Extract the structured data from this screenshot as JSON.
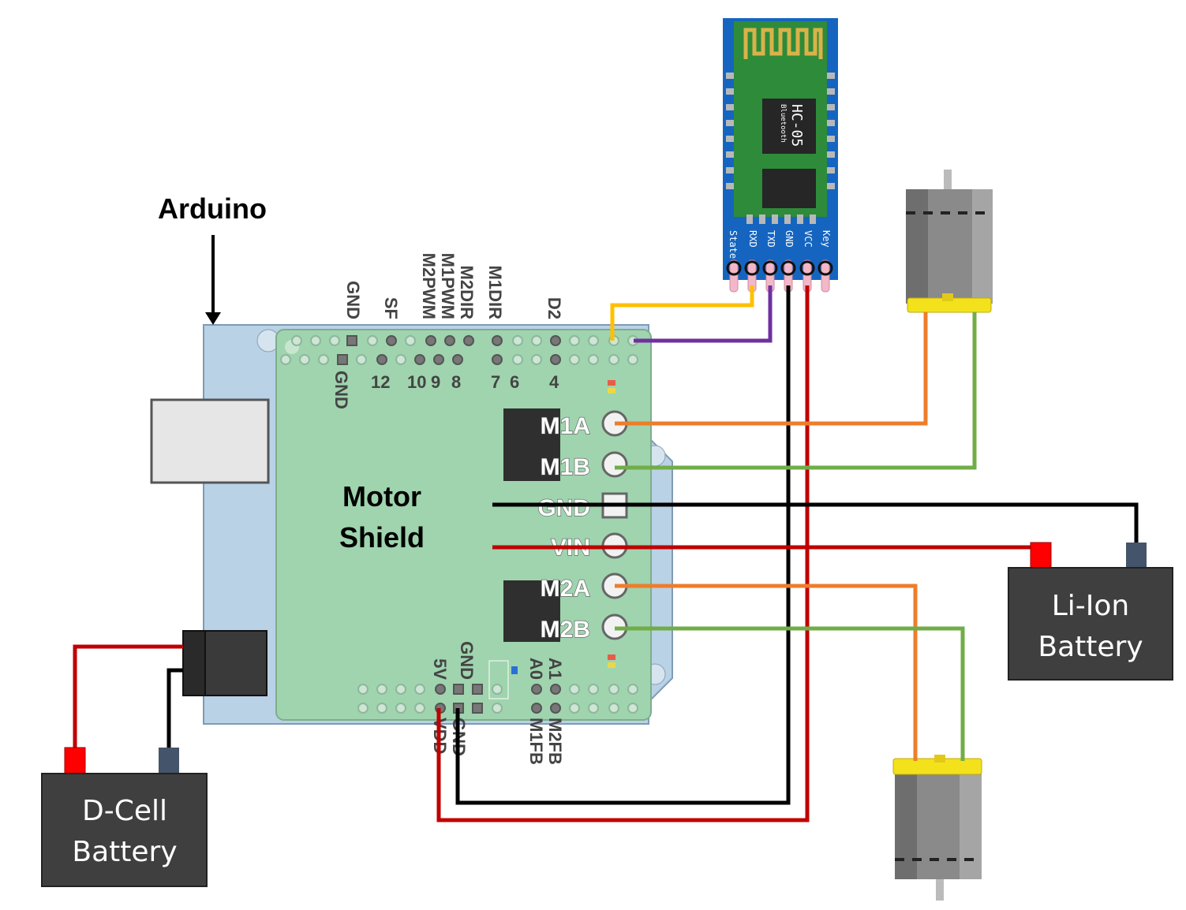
{
  "labels": {
    "arduino": "Arduino",
    "motor_shield_line1": "Motor",
    "motor_shield_line2": "Shield"
  },
  "bluetooth_module": {
    "chip_name": "HC-05",
    "chip_sub": "Bluetooth",
    "pins": [
      "State",
      "RXD",
      "TXD",
      "GND",
      "VCC",
      "Key"
    ]
  },
  "shield": {
    "terminals": [
      "M1A",
      "M1B",
      "GND",
      "VIN",
      "M2A",
      "M2B"
    ],
    "top_pin_labels": [
      "GND",
      "SF",
      "M2PWM",
      "M1PWM",
      "M2DIR",
      "M1DIR",
      "D2"
    ],
    "top_row_numbers": [
      "GND",
      "12",
      "10",
      "9",
      "8",
      "7",
      "6",
      "4"
    ],
    "bottom_upper_labels": [
      "5V",
      "GND",
      "A0",
      "A1"
    ],
    "bottom_lower_labels": [
      "VDD",
      "GND",
      "M1FB",
      "M2FB"
    ]
  },
  "batteries": {
    "liion_line1": "Li-Ion",
    "liion_line2": "Battery",
    "dcell_line1": "D-Cell",
    "dcell_line2": "Battery"
  },
  "colors": {
    "shield_green": "#9fd4ae",
    "arduino_blue": "#b9d2e6",
    "bt_blue": "#1565c0",
    "bt_green": "#2e8b3a",
    "wire_orange": "#ee7d2b",
    "wire_green": "#70ad47",
    "wire_red": "#c00000",
    "wire_black": "#000000",
    "wire_yellow": "#ffc000",
    "wire_purple": "#7030a0",
    "battery_fill": "#3f3f3f"
  },
  "icons": [
    "dc-motor-icon",
    "bluetooth-module-icon",
    "battery-icon",
    "usb-port-icon",
    "power-jack-icon"
  ]
}
